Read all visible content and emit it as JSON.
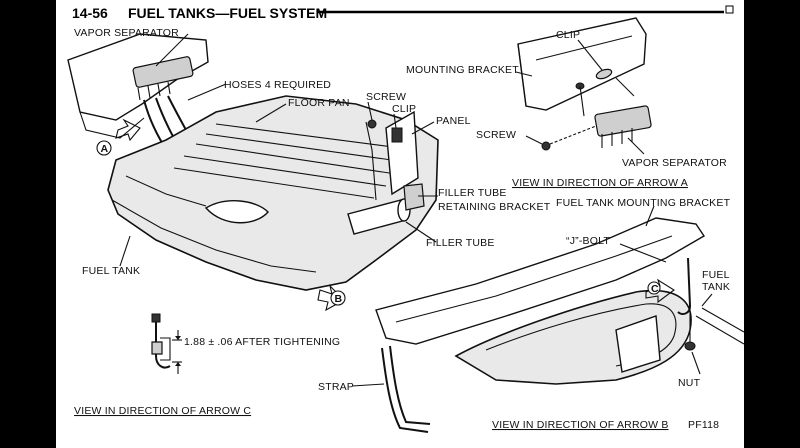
{
  "header": {
    "page_number": "14-56",
    "title": "FUEL TANKS—FUEL SYSTEM"
  },
  "labels": {
    "vapor_separator_top": "VAPOR SEPARATOR",
    "hoses": "HOSES 4 REQUIRED",
    "floor_pan": "FLOOR PAN",
    "screw_main": "SCREW",
    "clip_main": "CLIP",
    "panel": "PANEL",
    "filler_tube_retaining_1": "FILLER TUBE",
    "filler_tube_retaining_2": "RETAINING BRACKET",
    "filler_tube": "FILLER TUBE",
    "fuel_tank": "FUEL TANK",
    "clip_detail": "CLIP",
    "mounting_bracket": "MOUNTING BRACKET",
    "screw_detail": "SCREW",
    "vapor_separator_detail": "VAPOR SEPARATOR",
    "view_arrow_a": "VIEW IN DIRECTION OF ARROW A",
    "fuel_tank_mounting_bracket": "FUEL TANK MOUNTING BRACKET",
    "j_bolt": "“J”-BOLT",
    "fuel_tank_right_1": "FUEL",
    "fuel_tank_right_2": "TANK",
    "strap": "STRAP",
    "nut": "NUT",
    "measurement": "1.88 ± .06 AFTER TIGHTENING",
    "view_arrow_c": "VIEW IN DIRECTION OF ARROW C",
    "view_arrow_b": "VIEW IN DIRECTION OF ARROW B",
    "figure_code": "PF118"
  },
  "arrows": {
    "a": "A",
    "b": "B",
    "c": "C"
  }
}
